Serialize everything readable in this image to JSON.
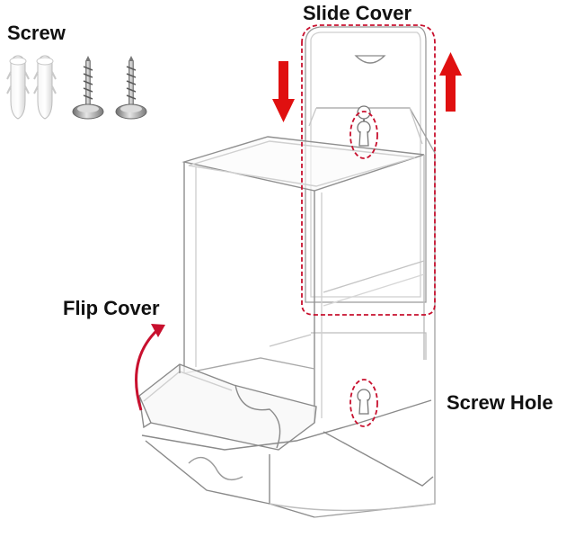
{
  "labels": {
    "screw": "Screw",
    "slide_cover": "Slide Cover",
    "flip_cover": "Flip Cover",
    "screw_hole": "Screw Hole"
  },
  "colors": {
    "accent_red": "#e01010",
    "dash_red": "#c8102e",
    "acrylic_edge": "#8f8f8f",
    "acrylic_light": "#cfcfcf"
  },
  "icons": [
    "wall-anchor-icon",
    "screw-icon",
    "arrow-down-icon",
    "arrow-up-icon",
    "flip-arrow-icon",
    "keyhole-icon"
  ]
}
